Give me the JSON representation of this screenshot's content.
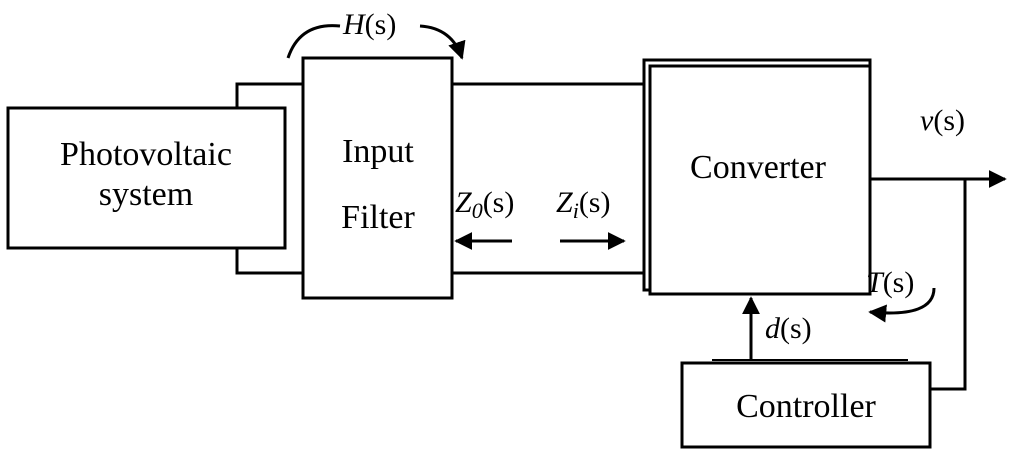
{
  "blocks": {
    "pv_line1": "Photovoltaic",
    "pv_line2": "system",
    "filter_line1": "Input",
    "filter_line2": "Filter",
    "converter": "Converter",
    "controller": "Controller"
  },
  "signals": {
    "H": {
      "sym": "H",
      "arg": "(s)"
    },
    "Z0": {
      "sym": "Z",
      "sub": "0",
      "arg": "(s)"
    },
    "Zi": {
      "sym": "Z",
      "sub": "i",
      "arg": "(s)"
    },
    "v": {
      "sym": "v",
      "arg": "(s)"
    },
    "T": {
      "sym": "T",
      "arg": "(s)"
    },
    "d": {
      "sym": "d",
      "arg": "(s)"
    }
  }
}
